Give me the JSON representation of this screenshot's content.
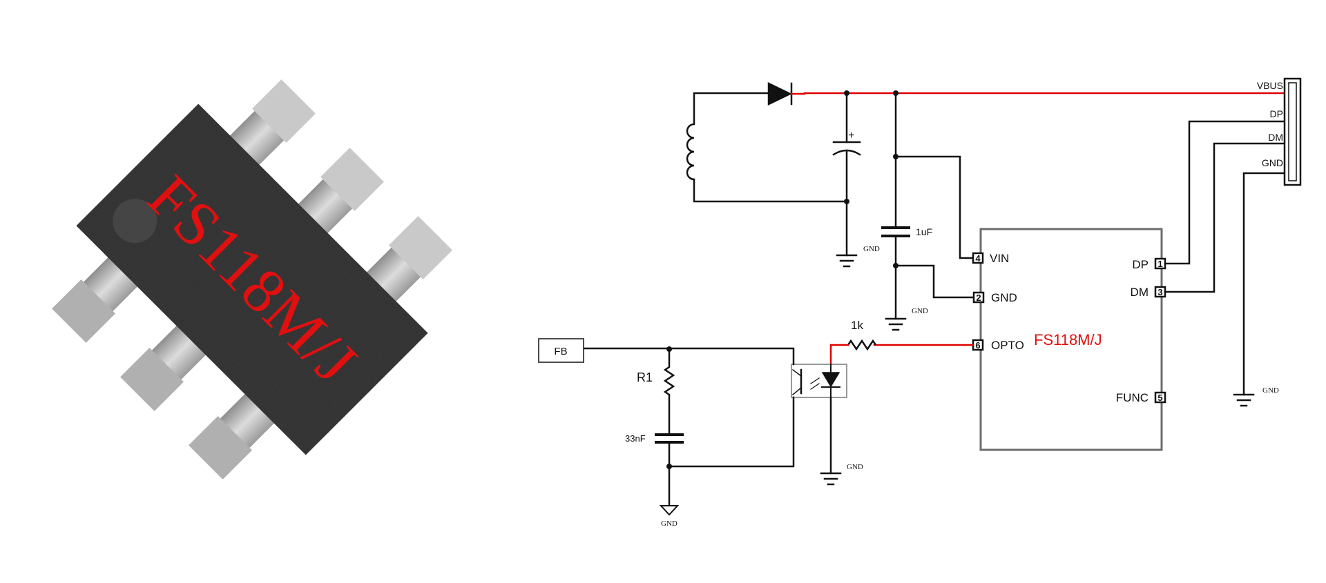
{
  "chip": {
    "marking": "FS118M/J",
    "body_color": "#2c2c2c",
    "lead_color": "#b8b8b8",
    "marking_color": "#e01010"
  },
  "schematic": {
    "ic_name": "FS118M/J",
    "ic_name_color": "#e01010",
    "highlight_wire_color": "#e00000",
    "wire_color": "#111111",
    "pins": [
      {
        "num": "4",
        "label": "VIN"
      },
      {
        "num": "2",
        "label": "GND"
      },
      {
        "num": "6",
        "label": "OPTO"
      },
      {
        "num": "1",
        "label": "DP"
      },
      {
        "num": "3",
        "label": "DM"
      },
      {
        "num": "5",
        "label": "FUNC"
      }
    ],
    "usb_labels": [
      "VBUS",
      "DP",
      "DM",
      "GND"
    ],
    "components": {
      "c_decoupling": "1uF",
      "r_opto": "1k",
      "r1": "R1",
      "c_fb": "33nF",
      "fb_port": "FB",
      "electrolytic_polarity": "+"
    },
    "gnd_labels": [
      "GND",
      "GND",
      "GND",
      "GND",
      "GND"
    ]
  }
}
